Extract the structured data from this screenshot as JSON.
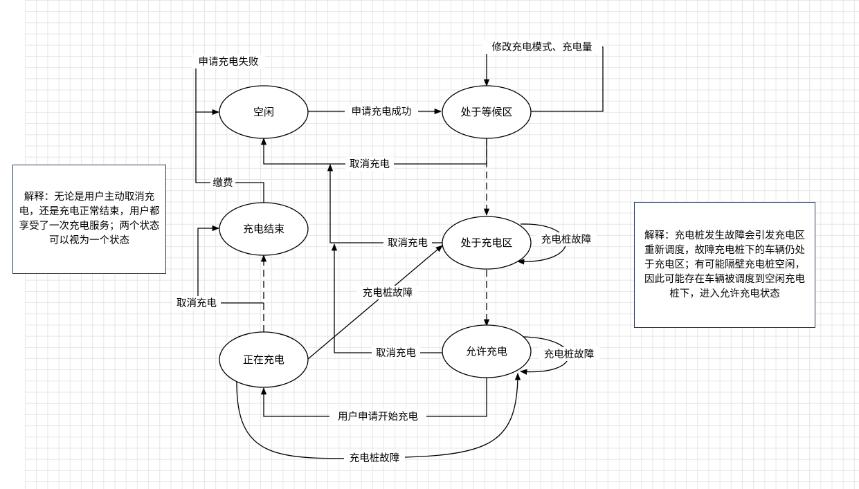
{
  "nodes": {
    "idle": "空闲",
    "waiting": "处于等候区",
    "charging_area": "处于充电区",
    "allowed": "允许充电",
    "charging": "正在充电",
    "ended": "充电结束"
  },
  "edges": {
    "apply_fail": "申请充电失败",
    "apply_success": "申请充电成功",
    "modify": "修改充电模式、充电量",
    "cancel_waiting": "取消充电",
    "pay": "缴费",
    "cancel_area": "取消充电",
    "fault_area_loop": "充电桩故障",
    "fault_charging_to_area": "充电桩故障",
    "cancel_charging": "取消充电",
    "cancel_allowed": "取消充电",
    "fault_allowed_loop": "充电桩故障",
    "start_charging": "用户申请开始充电",
    "fault_charging_to_allowed": "充电桩故障"
  },
  "notes": {
    "left": "解释：无论是用户主动取消充电，还是充电正常结束，用户都享受了一次充电服务；两个状态可以视为一个状态",
    "right": "解释：充电桩发生故障会引发充电区重新调度，故障充电桩下的车辆仍处于充电区；有可能隔壁充电桩空闲，因此可能存在车辆被调度到空闲充电桩下，进入允许充电状态"
  }
}
